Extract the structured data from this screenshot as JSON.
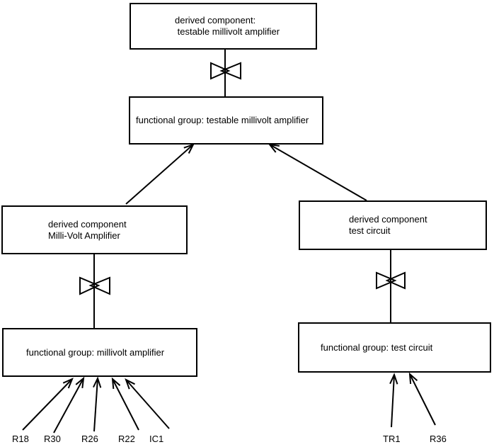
{
  "diagram": {
    "background_color": "#ffffff",
    "line_color": "#000000",
    "text_color": "#000000",
    "icons": {
      "bowtie": "decomposition bowtie (two facing open triangles)",
      "arrowhead": "open V arrowhead"
    },
    "boxes": {
      "derived_testable": {
        "line1": "derived component:",
        "line2": " testable millivolt amplifier"
      },
      "functional_testable": {
        "line1": "functional group: testable millivolt amplifier"
      },
      "derived_millivolt": {
        "line1": "derived component",
        "line2": "Milli-Volt Amplifier"
      },
      "functional_millivolt": {
        "line1": "functional group: millivolt amplifier"
      },
      "derived_test": {
        "line1": "derived component",
        "line2": "test circuit"
      },
      "functional_test": {
        "line1": "functional group: test circuit"
      }
    },
    "component_labels": {
      "left": [
        "R18",
        "R30",
        "R26",
        "R22",
        "IC1"
      ],
      "right": [
        "TR1",
        "R36"
      ]
    }
  }
}
